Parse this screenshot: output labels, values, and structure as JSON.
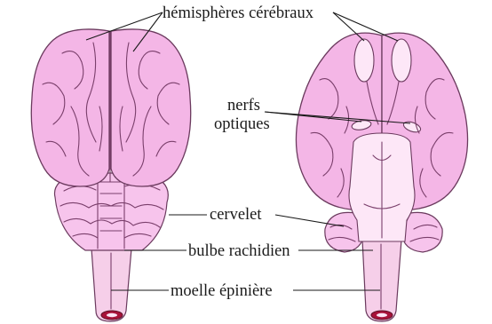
{
  "labels": {
    "hemispheres": "hémisphères cérébraux",
    "optic_nerves_line1": "nerfs",
    "optic_nerves_line2": "optiques",
    "cerebellum": "cervelet",
    "medulla": "bulbe rachidien",
    "spinal_cord": "moelle épinière"
  },
  "colors": {
    "brain_fill": "#f4b6e6",
    "brain_outline": "#6b3a5e",
    "spinal_canal": "#a8123a",
    "label_text": "#1a1a1a"
  }
}
